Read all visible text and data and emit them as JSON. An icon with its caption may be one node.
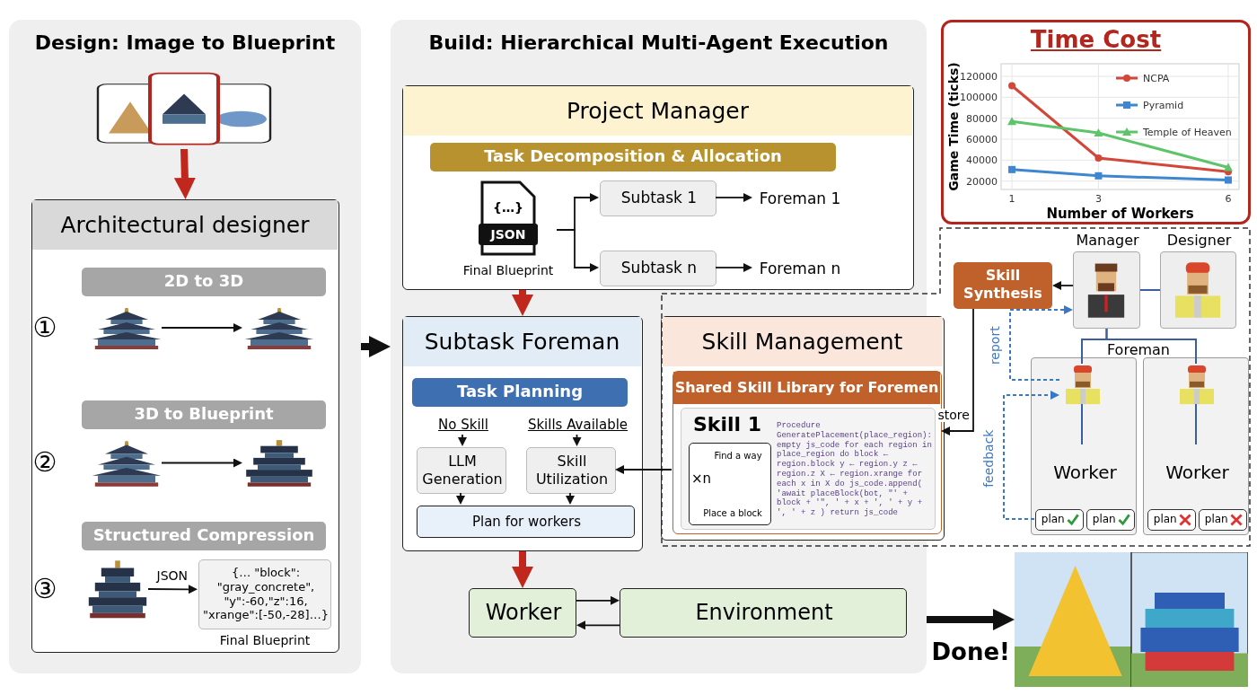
{
  "diagram": {
    "nodes": [
      {
        "text": [
          "Design: Image to Blueprint"
        ]
      },
      {
        "text": [],
        "shape": "picture",
        "in": 0
      },
      {
        "text": [
          "Architectural designer"
        ],
        "in": 0
      },
      {
        "text": [
          "2D to 3D"
        ],
        "in": 2
      },
      {
        "text": [],
        "shape": "picture",
        "in": 2
      },
      {
        "text": [],
        "shape": "picture",
        "in": 2
      },
      {
        "text": [
          "3D to Blueprint"
        ],
        "in": 2
      },
      {
        "text": [],
        "shape": "picture",
        "in": 2
      },
      {
        "text": [],
        "shape": "picture",
        "in": 2
      },
      {
        "text": [
          "Structured Compression"
        ],
        "in": 2
      },
      {
        "text": [],
        "shape": "picture",
        "in": 2
      },
      {
        "text": [
          "{… \"block\": \"gray_concrete\", \"y\":-60,\"z\":16, \"xrange\":[-50,-28]…}"
        ],
        "beside": [
          "Final Blueprint"
        ],
        "in": 2
      },
      {
        "text": [
          "Build: Hierarchical Multi-Agent Execution"
        ]
      },
      {
        "text": [
          "Project Manager"
        ],
        "in": 12
      },
      {
        "text": [
          "Task Decomposition & Allocation"
        ],
        "in": 13
      },
      {
        "text": [
          "{…}",
          "JSON",
          "Final Blueprint"
        ],
        "in": 13
      },
      {
        "text": [
          "Subtask 1"
        ],
        "in": 13
      },
      {
        "text": [
          "Subtask n"
        ],
        "in": 13
      },
      {
        "text": [
          "Foreman 1"
        ],
        "in": 13
      },
      {
        "text": [
          "Foreman n"
        ],
        "in": 13
      },
      {
        "text": [
          "Subtask Foreman"
        ],
        "in": 12
      },
      {
        "text": [
          "Task Planning"
        ],
        "in": 20
      },
      {
        "text": [
          "No Skill"
        ],
        "in": 20
      },
      {
        "text": [
          "Skills Available"
        ],
        "in": 20
      },
      {
        "text": [
          "LLM Generation"
        ],
        "in": 20
      },
      {
        "text": [
          "Skill Utilization"
        ],
        "in": 20
      },
      {
        "text": [
          "Plan for workers"
        ],
        "in": 20
      },
      {
        "text": [
          "Skill Management"
        ]
      },
      {
        "text": [
          "Shared Skill Library for Foremen"
        ],
        "in": 27
      },
      {
        "text": [
          "Skill 1",
          "Find a way",
          "×n",
          "Place a block",
          "Procedure GeneratePlacement(place_region): empty js_code for each region in place_region do block ← region.block y ← region.y z ← region.z X ← region.xrange for each x in X do js_code.append( 'await placeBlock(bot, \"' + block + '\", ' + x + ', ' + y + ', ' + z ) return js_code"
        ],
        "in": 28
      },
      {
        "text": [
          "Skill Synthesis"
        ]
      },
      {
        "text": [
          "Manager"
        ]
      },
      {
        "text": [
          "Designer"
        ]
      },
      {
        "text": [],
        "shape": "box"
      },
      {
        "text": [],
        "shape": "picture",
        "in": 33
      },
      {
        "text": [
          "Worker"
        ],
        "in": 33
      },
      {
        "text": [
          "plan"
        ],
        "in": 33
      },
      {
        "text": [
          "plan"
        ],
        "in": 33
      },
      {
        "text": [],
        "shape": "box"
      },
      {
        "text": [],
        "shape": "picture",
        "in": 38
      },
      {
        "text": [
          "Worker"
        ],
        "in": 38
      },
      {
        "text": [
          "plan"
        ],
        "in": 38
      },
      {
        "text": [
          "plan"
        ],
        "in": 38
      },
      {
        "text": [
          "Worker"
        ],
        "in": 12
      },
      {
        "text": [
          "Environment"
        ],
        "in": 12
      },
      {
        "text": [],
        "shape": "picture"
      }
    ],
    "edges": [
      {
        "from": 1,
        "to": 2,
        "arrow": "to",
        "style": "thick",
        "color": "#c0281e"
      },
      {
        "from": 4,
        "to": 5,
        "arrow": "to"
      },
      {
        "from": 7,
        "to": 8,
        "arrow": "to"
      },
      {
        "from": 10,
        "to": 11,
        "arrow": "to",
        "label": "JSON"
      },
      {
        "from": 0,
        "to": 12,
        "arrow": "to",
        "style": "thick"
      },
      {
        "from": 15,
        "to": 16,
        "arrow": "to"
      },
      {
        "from": 15,
        "to": 17,
        "arrow": "to"
      },
      {
        "from": 16,
        "to": 18,
        "arrow": "to"
      },
      {
        "from": 17,
        "to": 19,
        "arrow": "to"
      },
      {
        "from": 13,
        "to": 20,
        "arrow": "to",
        "style": "thick",
        "color": "#c0281e"
      },
      {
        "from": 22,
        "to": 24,
        "arrow": "to"
      },
      {
        "from": 23,
        "to": 25,
        "arrow": "to"
      },
      {
        "from": 24,
        "to": 26,
        "arrow": "to"
      },
      {
        "from": 25,
        "to": 26,
        "arrow": "to"
      },
      {
        "from": 28,
        "to": 25,
        "arrow": "to"
      },
      {
        "from": 31,
        "to": 30,
        "arrow": "to"
      },
      {
        "from": 30,
        "to": 28,
        "arrow": "to",
        "label": "store"
      },
      {
        "from": 31,
        "to": 32,
        "arrow": "none",
        "color": "#3a5fa0"
      },
      {
        "from": 31,
        "to": 34,
        "arrow": "none",
        "color": "#3a5fa0"
      },
      {
        "from": 31,
        "to": 39,
        "arrow": "none",
        "color": "#3a5fa0"
      },
      {
        "from": 34,
        "to": 35,
        "arrow": "none",
        "color": "#3a5fa0"
      },
      {
        "from": 39,
        "to": 40,
        "arrow": "none",
        "color": "#3a5fa0"
      },
      {
        "from": 34,
        "to": 31,
        "arrow": "to",
        "label": "report",
        "style": "dashed",
        "color": "#3b78c4"
      },
      {
        "from": 36,
        "to": 34,
        "arrow": "to",
        "label": "feedback",
        "style": "dashed",
        "color": "#3b78c4"
      },
      {
        "from": 20,
        "to": 43,
        "arrow": "to",
        "style": "thick",
        "color": "#c0281e"
      },
      {
        "from": 43,
        "to": 44,
        "arrow": "to"
      },
      {
        "from": 44,
        "to": 43,
        "arrow": "to"
      },
      {
        "from": 12,
        "to": 45,
        "arrow": "to",
        "style": "thick",
        "label": "Done!"
      }
    ],
    "labels": [
      "①",
      "②",
      "③",
      "Foreman"
    ],
    "chart_data": {
      "type": "line",
      "title": "Time Cost",
      "xlabel": "Number of Workers",
      "ylabel": "Game Time (ticks)",
      "x": [
        1,
        3,
        6
      ],
      "series": [
        {
          "name": "NCPA",
          "color": "#d2473a",
          "marker": "circle",
          "values": [
            111000,
            42000,
            29000
          ]
        },
        {
          "name": "Pyramid",
          "color": "#3f86d0",
          "marker": "square",
          "values": [
            31000,
            25000,
            21000
          ]
        },
        {
          "name": "Temple of Heaven",
          "color": "#5ec46a",
          "marker": "triangle",
          "values": [
            77000,
            66000,
            33000
          ]
        }
      ],
      "xlim": [
        0.75,
        6.25
      ],
      "ylim": [
        12000,
        132000
      ],
      "grid": true,
      "legend": true,
      "xticks": [
        1,
        3,
        6
      ],
      "yticks": [
        20000,
        40000,
        60000,
        80000,
        100000,
        120000
      ]
    }
  }
}
